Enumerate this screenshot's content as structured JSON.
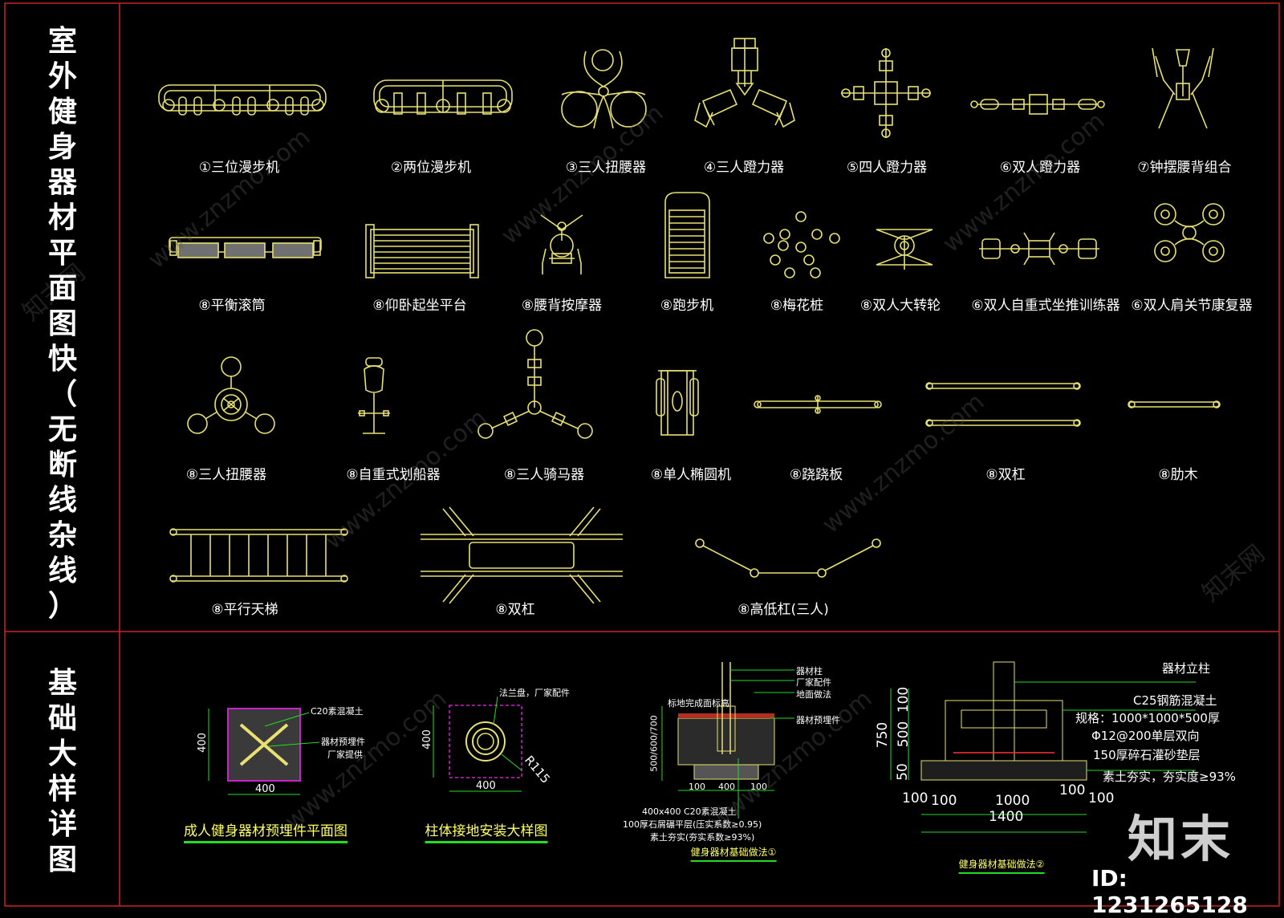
{
  "titles": {
    "top_section": "室外健身器材平面图快（无断线杂线）",
    "bottom_section": "基础大样详图"
  },
  "equipment": [
    {
      "id": "e1",
      "label": "①三位漫步机"
    },
    {
      "id": "e2",
      "label": "②两位漫步机"
    },
    {
      "id": "e3",
      "label": "③三人扭腰器"
    },
    {
      "id": "e4",
      "label": "④三人蹬力器"
    },
    {
      "id": "e5",
      "label": "⑤四人蹬力器"
    },
    {
      "id": "e6",
      "label": "⑥双人蹬力器"
    },
    {
      "id": "e7",
      "label": "⑦钟摆腰背组合"
    },
    {
      "id": "e8",
      "label": "⑧平衡滚筒"
    },
    {
      "id": "e9",
      "label": "⑧仰卧起坐平台"
    },
    {
      "id": "e10",
      "label": "⑧腰背按摩器"
    },
    {
      "id": "e11",
      "label": "⑧跑步机"
    },
    {
      "id": "e12",
      "label": "⑧梅花桩"
    },
    {
      "id": "e13",
      "label": "⑧双人大转轮"
    },
    {
      "id": "e14",
      "label": "⑥双人自重式坐推训练器"
    },
    {
      "id": "e15",
      "label": "⑥双人肩关节康复器"
    },
    {
      "id": "e16",
      "label": "⑧三人扭腰器"
    },
    {
      "id": "e17",
      "label": "⑧自重式划船器"
    },
    {
      "id": "e18",
      "label": "⑧三人骑马器"
    },
    {
      "id": "e19",
      "label": "⑧单人椭圆机"
    },
    {
      "id": "e20",
      "label": "⑧跷跷板"
    },
    {
      "id": "e21",
      "label": "⑧双杠"
    },
    {
      "id": "e22",
      "label": "⑧肋木"
    },
    {
      "id": "e23",
      "label": "⑧平行天梯"
    },
    {
      "id": "e24",
      "label": "⑧双杠"
    },
    {
      "id": "e25",
      "label": "⑧高低杠(三人)"
    }
  ],
  "details": {
    "d1": {
      "title": "成人健身器材预埋件平面图",
      "notes": [
        "C20素混凝土",
        "器材预埋件",
        "厂家提供"
      ],
      "dims": [
        "400",
        "400"
      ]
    },
    "d2": {
      "title": "柱体接地安装大样图",
      "notes": [
        "法兰盘，厂家配件",
        "R115"
      ],
      "dims": [
        "400",
        "400"
      ]
    },
    "d3": {
      "title": "健身器材基础做法①",
      "notes": [
        "器材柱",
        "厂家配件",
        "地面做法",
        "标地完成面标高",
        "器材预埋件",
        "400x400 C20素混凝土",
        "100厚石屑碾平层(压实系数≥0.95)",
        "素土夯实(夯实系数≥93%)"
      ],
      "dims": [
        "500/600/700",
        "100",
        "400",
        "100"
      ]
    },
    "d4": {
      "title": "健身器材基础做法②",
      "notes": [
        "器材立柱",
        "C25钢筋混凝土",
        "规格：1000*1000*500厚",
        "Φ12@200单层双向",
        "150厚碎石灌砂垫层",
        "素土夯实，夯实度≥93%"
      ],
      "dims": [
        "100",
        "500",
        "50",
        "750",
        "100",
        "100",
        "1000",
        "100",
        "100",
        "1400"
      ]
    }
  },
  "watermark": {
    "site": "www.znzmo.com",
    "cn": "知末网",
    "logo": "知末",
    "id": "ID: 1231265128"
  },
  "colors": {
    "frame": "#cc2222",
    "symbol": "#e8e070",
    "dim": "#22dd22",
    "note_leader": "#22dd22",
    "magenta": "#cc22cc"
  }
}
